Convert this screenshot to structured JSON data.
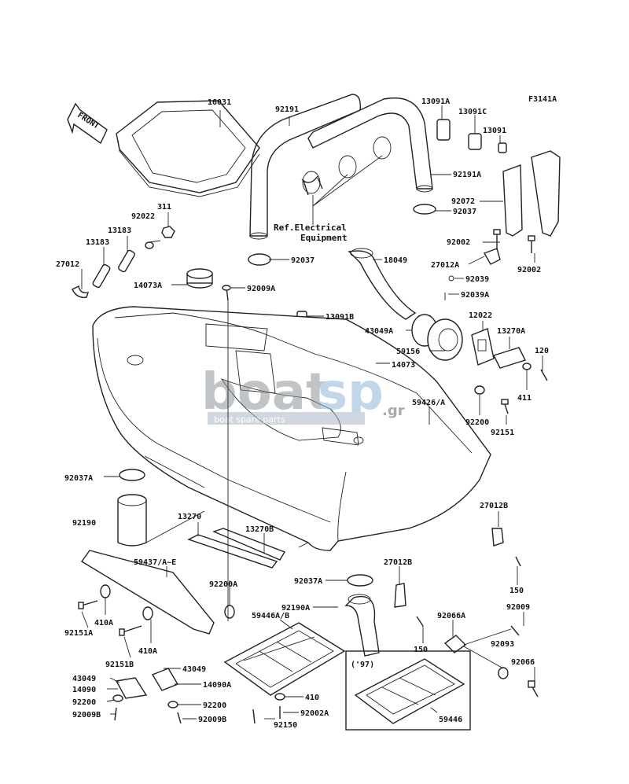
{
  "diagram_code": "F3141A",
  "front_label": "FRONT",
  "ref_note_line1": "Ref.Electrical",
  "ref_note_line2": "Equipment",
  "year_note": "('97)",
  "watermark": {
    "brand_left": "boat",
    "brand_right": "sp",
    "domain": ".gr",
    "tagline": "boat spare parts"
  },
  "parts": {
    "p16031": "16031",
    "p92191": "92191",
    "p13091A": "13091A",
    "p13091C": "13091C",
    "p13091": "13091",
    "p92191A": "92191A",
    "p92072": "92072",
    "p92037_top": "92037",
    "p311": "311",
    "p92022": "92022",
    "p13183_a": "13183",
    "p13183_b": "13183",
    "p27012": "27012",
    "p92037_mid": "92037",
    "p18049": "18049",
    "p92002_a": "92002",
    "p92002_b": "92002",
    "p27012A": "27012A",
    "p92039": "92039",
    "p92039A": "92039A",
    "p14073A": "14073A",
    "p92009A": "92009A",
    "p13091B": "13091B",
    "p43049A": "43049A",
    "p12022": "12022",
    "p13270A": "13270A",
    "p120": "120",
    "p59156": "59156",
    "p14073": "14073",
    "p411": "411",
    "p59426A": "59426/A",
    "p92200_r": "92200",
    "p92151": "92151",
    "p92037A_l": "92037A",
    "p13270": "13270",
    "p13270B": "13270B",
    "p27012B_r": "27012B",
    "p92190": "92190",
    "p59437": "59437/A~E",
    "p92200A": "92200A",
    "p150_r": "150",
    "p92037A_c": "92037A",
    "p27012B_c": "27012B",
    "p92009": "92009",
    "p410A_a": "410A",
    "p92190A": "92190A",
    "p59446AB": "59446A/B",
    "p92066A": "92066A",
    "p92151A": "92151A",
    "p410A_b": "410A",
    "p150_c": "150",
    "p92093": "92093",
    "p92151B": "92151B",
    "p43049_a": "43049",
    "p43049_b": "43049",
    "p14090": "14090",
    "p14090A": "14090A",
    "p92066": "92066",
    "p92200_a": "92200",
    "p92200_b": "92200",
    "p410": "410",
    "p92009B_a": "92009B",
    "p92009B_b": "92009B",
    "p92150": "92150",
    "p92002A": "92002A",
    "p59446": "59446"
  }
}
